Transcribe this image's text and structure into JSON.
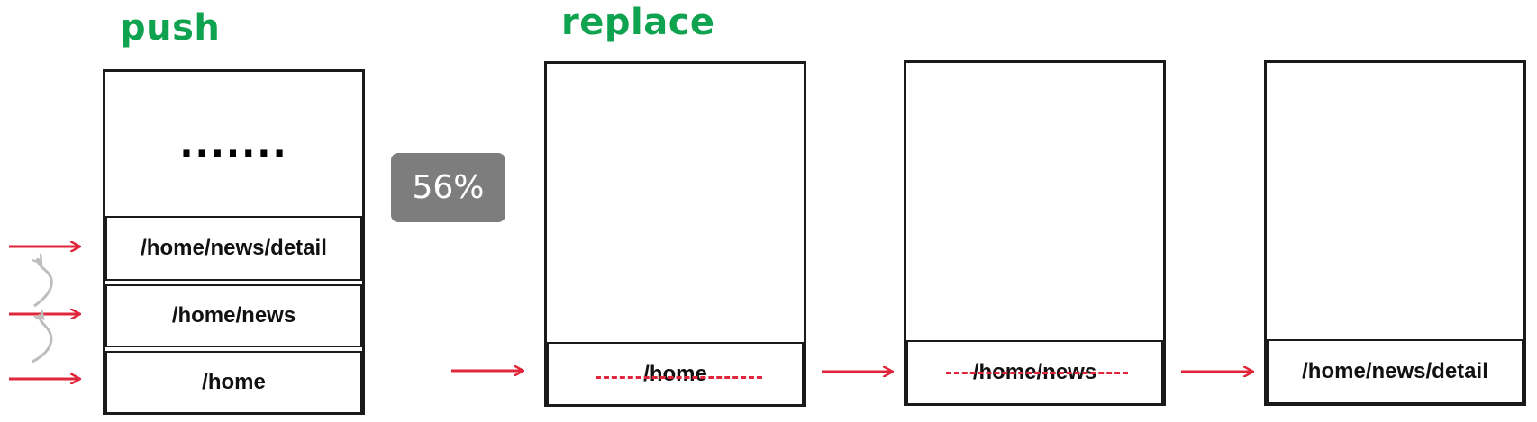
{
  "headings": {
    "push": "push",
    "replace": "replace"
  },
  "zoom_badge": "56%",
  "push_stack": {
    "top_label": ".......",
    "entries": [
      "/home/news/detail",
      "/home/news",
      "/home"
    ]
  },
  "replace_stacks": [
    {
      "entry": "/home"
    },
    {
      "entry": "/home/news"
    },
    {
      "entry": "/home/news/detail"
    }
  ],
  "colors": {
    "heading": "#0fa24f",
    "arrow": "#e0263a",
    "back_arrow": "#bdbdbd",
    "badge": "#7d7d7d"
  }
}
